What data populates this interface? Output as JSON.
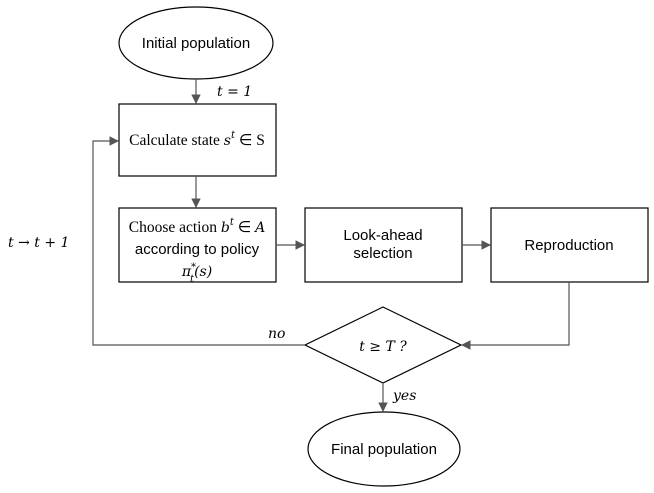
{
  "nodes": {
    "initial_population": "Initial population",
    "calculate_state": {
      "prefix": "Calculate state ",
      "var": "s",
      "sup": "t",
      "suffix": " ∈ S"
    },
    "choose_action": {
      "line1_prefix": "Choose action ",
      "line1_var": "b",
      "line1_sup": "t",
      "line1_suffix": " ∈ ",
      "line1_set": "A",
      "line2": "according to policy",
      "line3": {
        "pi": "π",
        "sup": "*",
        "sub": "t",
        "arg": "(s)"
      }
    },
    "look_ahead": {
      "line1": "Look-ahead",
      "line2": "selection"
    },
    "reproduction": "Reproduction",
    "decision": "t ≥ T ?",
    "final_population": "Final population"
  },
  "edge_labels": {
    "t_init": "t = 1",
    "t_update": "t → t + 1",
    "no": "no",
    "yes": "yes"
  },
  "colors": {
    "stroke": "#000000",
    "arrow": "#555555",
    "background": "#ffffff"
  }
}
